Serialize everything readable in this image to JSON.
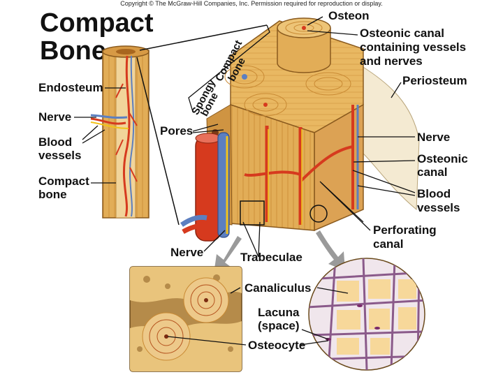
{
  "copyright": "Copyright © The McGraw-Hill Companies, Inc. Permission required for reproduction or display.",
  "title_line1": "Compact",
  "title_line2": "Bone",
  "labels": {
    "osteon": "Osteon",
    "osteonic_canal_vessels": [
      "Osteonic canal",
      "containing vessels",
      "and nerves"
    ],
    "periosteum": "Periosteum",
    "spongy_bone": [
      "Spongy",
      "bone"
    ],
    "compact_bone_top": [
      "Compact",
      "bone"
    ],
    "endosteum": "Endosteum",
    "nerve_left": "Nerve",
    "blood_vessels_left": [
      "Blood",
      "vessels"
    ],
    "compact_bone_left": [
      "Compact",
      "bone"
    ],
    "pores": "Pores",
    "nerve_right": "Nerve",
    "osteonic_canal_right": [
      "Osteonic",
      "canal"
    ],
    "blood_vessels_right": [
      "Blood",
      "vessels"
    ],
    "perforating_canal": [
      "Perforating",
      "canal"
    ],
    "nerve_bottom": "Nerve",
    "trabeculae": "Trabeculae",
    "canaliculus": "Canaliculus",
    "lacuna": [
      "Lacuna",
      "(space)"
    ],
    "osteocyte": "Osteocyte"
  },
  "colors": {
    "bone": "#e9b862",
    "bone_dark": "#c98a34",
    "artery": "#d63a1e",
    "vein": "#5c7fc0",
    "nerve": "#f2c21a",
    "periosteum": "#f4ead2",
    "micro_bg": "#b58b4a"
  }
}
